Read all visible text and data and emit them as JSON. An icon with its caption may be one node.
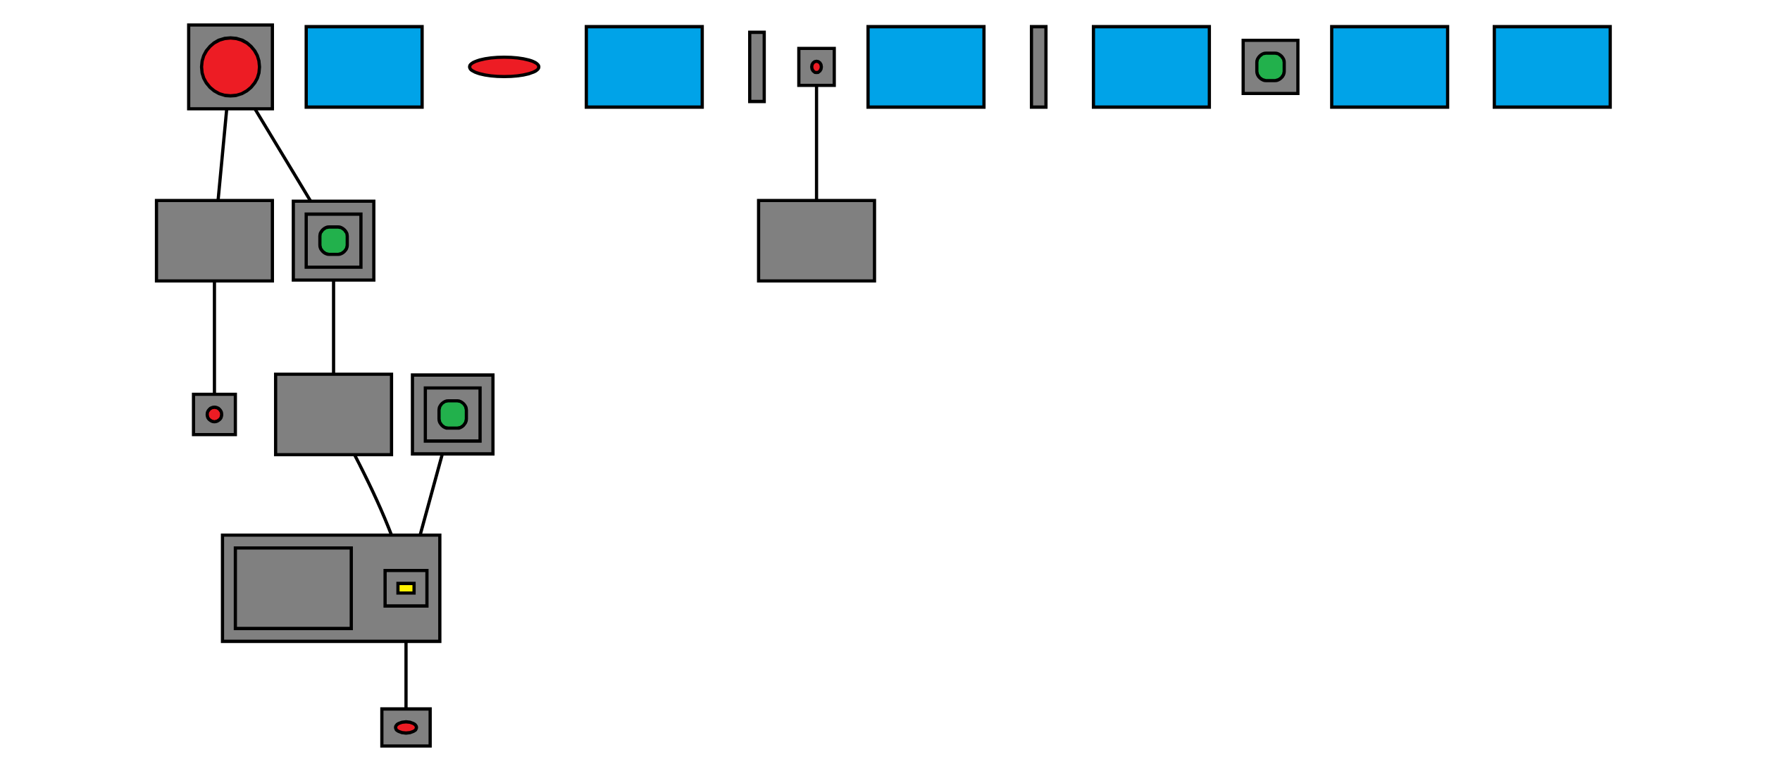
{
  "diagram": {
    "nodes": [
      {
        "text": [],
        "shape": "box"
      },
      {
        "text": [],
        "shape": "circle",
        "in": 0
      },
      {
        "text": [],
        "shape": "box"
      },
      {
        "text": [],
        "shape": "ellipse"
      },
      {
        "text": [],
        "shape": "box"
      },
      {
        "text": [],
        "shape": "circle",
        "in": 4
      },
      {
        "text": [],
        "shape": "box"
      },
      {
        "text": [],
        "shape": "box"
      },
      {
        "text": [],
        "shape": "bar"
      },
      {
        "text": [],
        "shape": "bar"
      },
      {
        "text": [],
        "shape": "ellipse",
        "in": 9
      },
      {
        "text": [],
        "shape": "box"
      },
      {
        "text": [],
        "shape": "box"
      },
      {
        "text": [],
        "shape": "bar"
      },
      {
        "text": [],
        "shape": "box"
      },
      {
        "text": [],
        "shape": "box"
      },
      {
        "text": [],
        "shape": "box",
        "in": 15
      },
      {
        "text": [],
        "shape": "box",
        "in": 16
      },
      {
        "text": [],
        "shape": "box",
        "in": 15
      },
      {
        "text": [],
        "shape": "box"
      },
      {
        "text": [],
        "shape": "box",
        "in": 19
      },
      {
        "text": [],
        "shape": "box"
      },
      {
        "text": [],
        "shape": "box",
        "in": 21
      },
      {
        "text": [],
        "shape": "box",
        "in": 22
      },
      {
        "text": [],
        "shape": "box"
      },
      {
        "text": [],
        "shape": "box",
        "in": 24
      },
      {
        "text": [],
        "shape": "box",
        "in": 25
      },
      {
        "text": [],
        "shape": "box"
      },
      {
        "text": [],
        "shape": "box"
      },
      {
        "text": [],
        "shape": "box"
      },
      {
        "text": [],
        "shape": "bar"
      },
      {
        "text": [],
        "shape": "ellipse",
        "in": 30
      }
    ],
    "edges": [
      {
        "from": 0,
        "to": 7,
        "arrow": "none"
      },
      {
        "from": 7,
        "to": 4,
        "arrow": "none"
      },
      {
        "from": 9,
        "to": 12,
        "arrow": "none"
      },
      {
        "from": 0,
        "to": 24,
        "arrow": "none"
      },
      {
        "from": 21,
        "to": 15,
        "arrow": "none"
      },
      {
        "from": 24,
        "to": 28,
        "arrow": "none"
      },
      {
        "from": 28,
        "to": 15,
        "arrow": "none"
      },
      {
        "from": 15,
        "to": 30,
        "arrow": "none"
      }
    ]
  }
}
